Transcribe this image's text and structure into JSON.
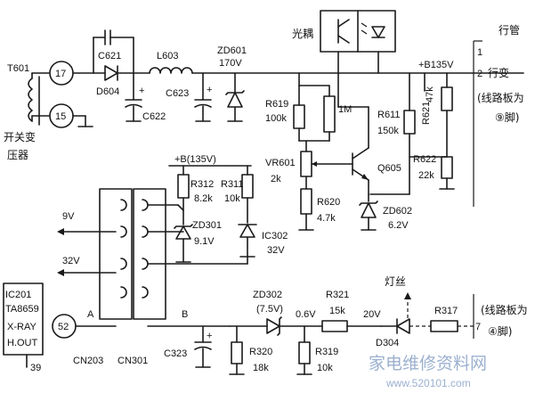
{
  "labels": {
    "t601": "T601",
    "t601_desc1": "开关变",
    "t601_desc2": "压器",
    "pin17": "17",
    "pin15": "15",
    "c621": "C621",
    "d604": "D604",
    "c622": "C622",
    "l603": "L603",
    "c623": "C623",
    "zd601": "ZD601",
    "zd601_v": "170V",
    "optocoupler": "光耦",
    "hang_guan": "行管",
    "b135v": "+B135V",
    "pin1": "1",
    "pin2": "2",
    "hang_bian": "行变",
    "line_board1": "(线路板为",
    "line_board1_pin": "⑨脚)",
    "r619": "R619",
    "r619_v": "100k",
    "r_1m": "1M",
    "r611": "R611",
    "r611_v": "150k",
    "r621": "R621",
    "r621_v": "47k",
    "r622": "R622",
    "r622_v": "22k",
    "b135v_2": "+B(135V)",
    "vr601": "VR601",
    "vr601_v": "2k",
    "q605": "Q605",
    "r620": "R620",
    "r620_v": "4.7k",
    "zd602": "ZD602",
    "zd602_v": "6.2V",
    "r312": "R312",
    "r312_v": "8.2k",
    "r311": "R311",
    "r311_v": "10k",
    "v9": "9V",
    "zd301": "ZD301",
    "zd301_v": "9.1V",
    "ic302": "IC302",
    "ic302_v": "32V",
    "v32": "32V",
    "ic201": "IC201",
    "ta8659": "TA8659",
    "xray": "X-RAY",
    "hout": "H.OUT",
    "pin52": "52",
    "pin39": "39",
    "node_a": "A",
    "node_b": "B",
    "cn203": "CN203",
    "cn301": "CN301",
    "c323": "C323",
    "zd302": "ZD302",
    "zd302_v": "(7.5V)",
    "v06": "0.6V",
    "r321": "R321",
    "r321_v": "15k",
    "v20": "20V",
    "filament": "灯丝",
    "r317": "R317",
    "line_board2": "(线路板为",
    "pin7": "7",
    "line_board2_pin": "④脚)",
    "d304": "D304",
    "r320": "R320",
    "r320_v": "18k",
    "r319": "R319",
    "r319_v": "10k"
  },
  "watermark": {
    "text_cn": "家电维修资料网",
    "text_url": "www.520101.com"
  }
}
